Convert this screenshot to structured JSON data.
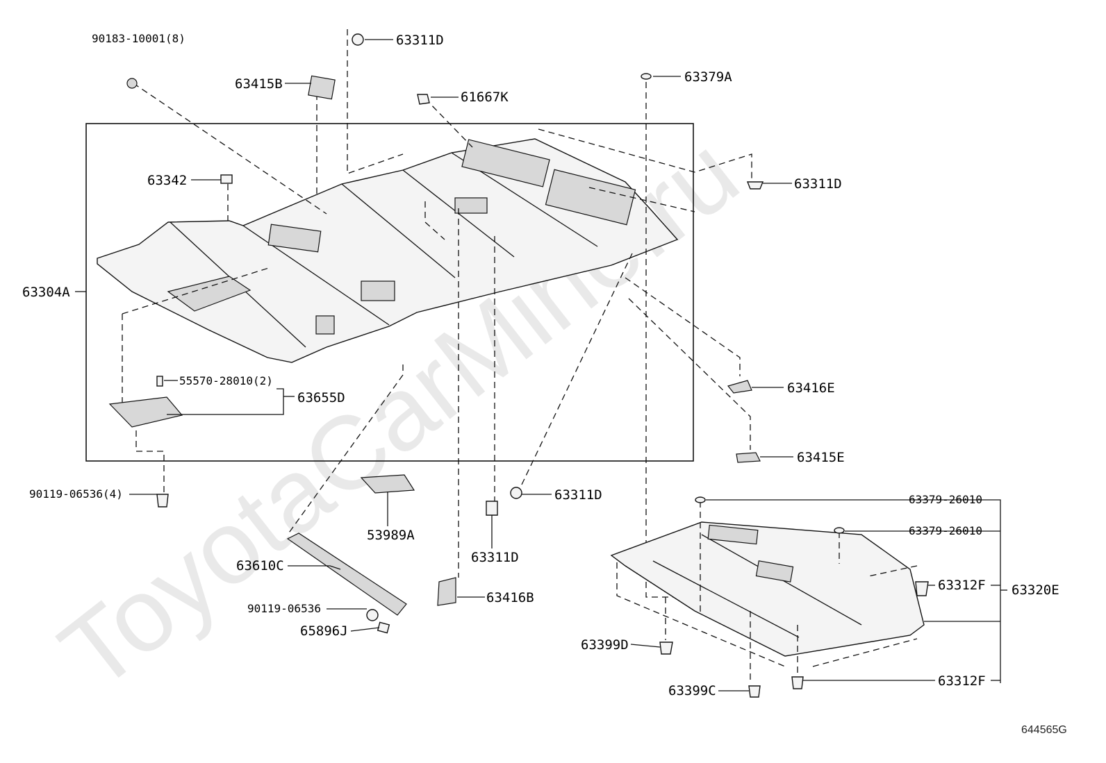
{
  "watermark": "ToyotaCarMine.ru",
  "diagram_code": "644565G",
  "labels": {
    "l_90183": "90183-10001(8)",
    "l_63311D_top": "63311D",
    "l_63415B": "63415B",
    "l_61667K": "61667K",
    "l_63379A": "63379A",
    "l_63342": "63342",
    "l_63311D_right": "63311D",
    "l_63304A": "63304A",
    "l_55570": "55570-28010(2)",
    "l_63655D": "63655D",
    "l_63416E": "63416E",
    "l_63415E": "63415E",
    "l_90119_4": "90119-06536(4)",
    "l_53989A": "53989A",
    "l_63311D_mid": "63311D",
    "l_63311D_low": "63311D",
    "l_63610C": "63610C",
    "l_63416B": "63416B",
    "l_90119": "90119-06536",
    "l_65896J": "65896J",
    "l_63379_a": "63379-26010",
    "l_63379_b": "63379-26010",
    "l_63312F_top": "63312F",
    "l_63320E": "63320E",
    "l_63399D": "63399D",
    "l_63399C": "63399C",
    "l_63312F_bot": "63312F"
  }
}
